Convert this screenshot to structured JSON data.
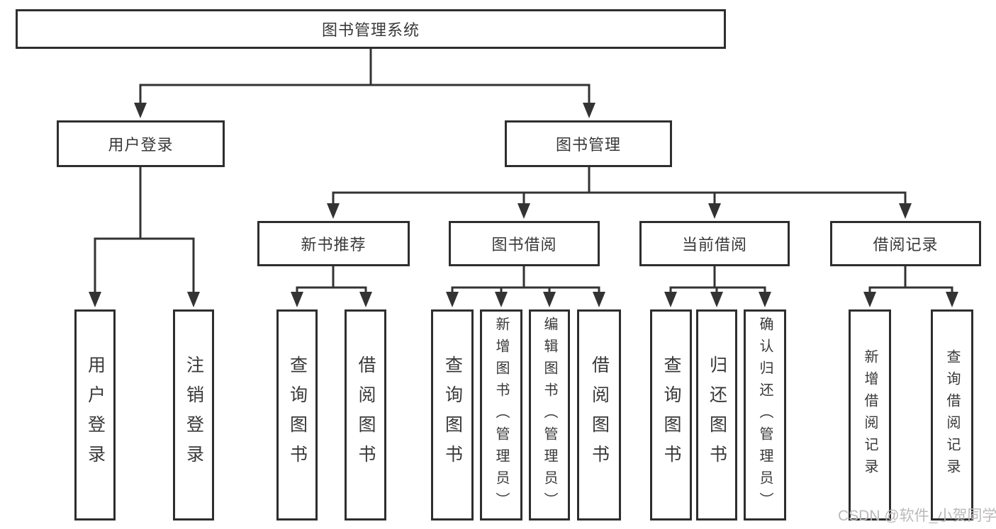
{
  "diagram": {
    "root": {
      "label": "图书管理系统"
    },
    "branches": [
      {
        "label": "用户登录",
        "children": [
          {
            "label": "用户登录"
          },
          {
            "label": "注销登录"
          }
        ]
      },
      {
        "label": "图书管理",
        "children": [
          {
            "label": "新书推荐",
            "children": [
              {
                "label": "查询图书"
              },
              {
                "label": "借阅图书"
              }
            ]
          },
          {
            "label": "图书借阅",
            "children": [
              {
                "label": "查询图书"
              },
              {
                "label": "新增图书（管理员）"
              },
              {
                "label": "编辑图书（管理员）"
              },
              {
                "label": "借阅图书"
              }
            ]
          },
          {
            "label": "当前借阅",
            "children": [
              {
                "label": "查询图书"
              },
              {
                "label": "归还图书"
              },
              {
                "label": "确认归还（管理员）"
              }
            ]
          },
          {
            "label": "借阅记录",
            "children": [
              {
                "label": "新增借阅记录"
              },
              {
                "label": "查询借阅记录"
              }
            ]
          }
        ]
      }
    ]
  },
  "watermark": {
    "text": "CSDN @软件_小贺同学"
  },
  "colors": {
    "line": "#333333",
    "box_border": "#2e2e2e",
    "text": "#383838",
    "watermark": "#bcb9b9",
    "background": "#ffffff"
  }
}
